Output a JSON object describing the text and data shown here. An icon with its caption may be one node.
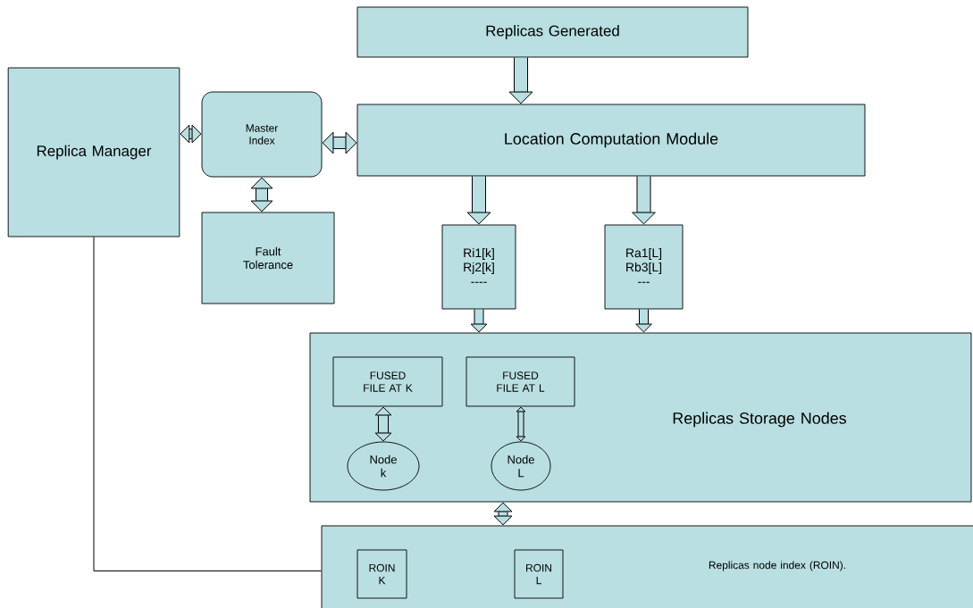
{
  "diagram": {
    "nodes": [
      {
        "text": [
          "Replicas Generated"
        ]
      },
      {
        "text": [
          "Replica Manager"
        ]
      },
      {
        "text": [
          "Master Index"
        ]
      },
      {
        "text": [
          "Location Computation Module"
        ]
      },
      {
        "text": [
          "Fault Tolerance"
        ]
      },
      {
        "text": [
          "Ri1[k] Rj2[k] ----"
        ]
      },
      {
        "text": [
          "Ra1[L] Rb3[L] ---"
        ]
      },
      {
        "text": [
          "Replicas Storage Nodes"
        ]
      },
      {
        "text": [
          "FUSED FILE AT K"
        ],
        "in": 7
      },
      {
        "text": [
          "FUSED FILE AT L"
        ],
        "in": 7
      },
      {
        "text": [
          "Node k"
        ],
        "in": 7
      },
      {
        "text": [
          "Node L"
        ],
        "in": 7
      },
      {
        "text": [
          "Replicas node index (ROIN)."
        ]
      },
      {
        "text": [
          "ROIN K"
        ],
        "in": 12
      },
      {
        "text": [
          "ROIN L"
        ],
        "in": 12
      }
    ],
    "edges": [
      {
        "from": 0,
        "to": 3,
        "arrow": "to"
      },
      {
        "from": 1,
        "to": 2,
        "arrow": "both"
      },
      {
        "from": 2,
        "to": 3,
        "arrow": "both"
      },
      {
        "from": 2,
        "to": 4,
        "arrow": "both"
      },
      {
        "from": 3,
        "to": 5,
        "arrow": "to"
      },
      {
        "from": 3,
        "to": 6,
        "arrow": "to"
      },
      {
        "from": 5,
        "to": 7,
        "arrow": "to"
      },
      {
        "from": 6,
        "to": 7,
        "arrow": "to"
      },
      {
        "from": 8,
        "to": 10,
        "arrow": "both"
      },
      {
        "from": 9,
        "to": 11,
        "arrow": "both"
      },
      {
        "from": 7,
        "to": 12,
        "arrow": "both"
      },
      {
        "from": 1,
        "to": 12,
        "arrow": "none",
        "color": "#000000"
      }
    ]
  }
}
